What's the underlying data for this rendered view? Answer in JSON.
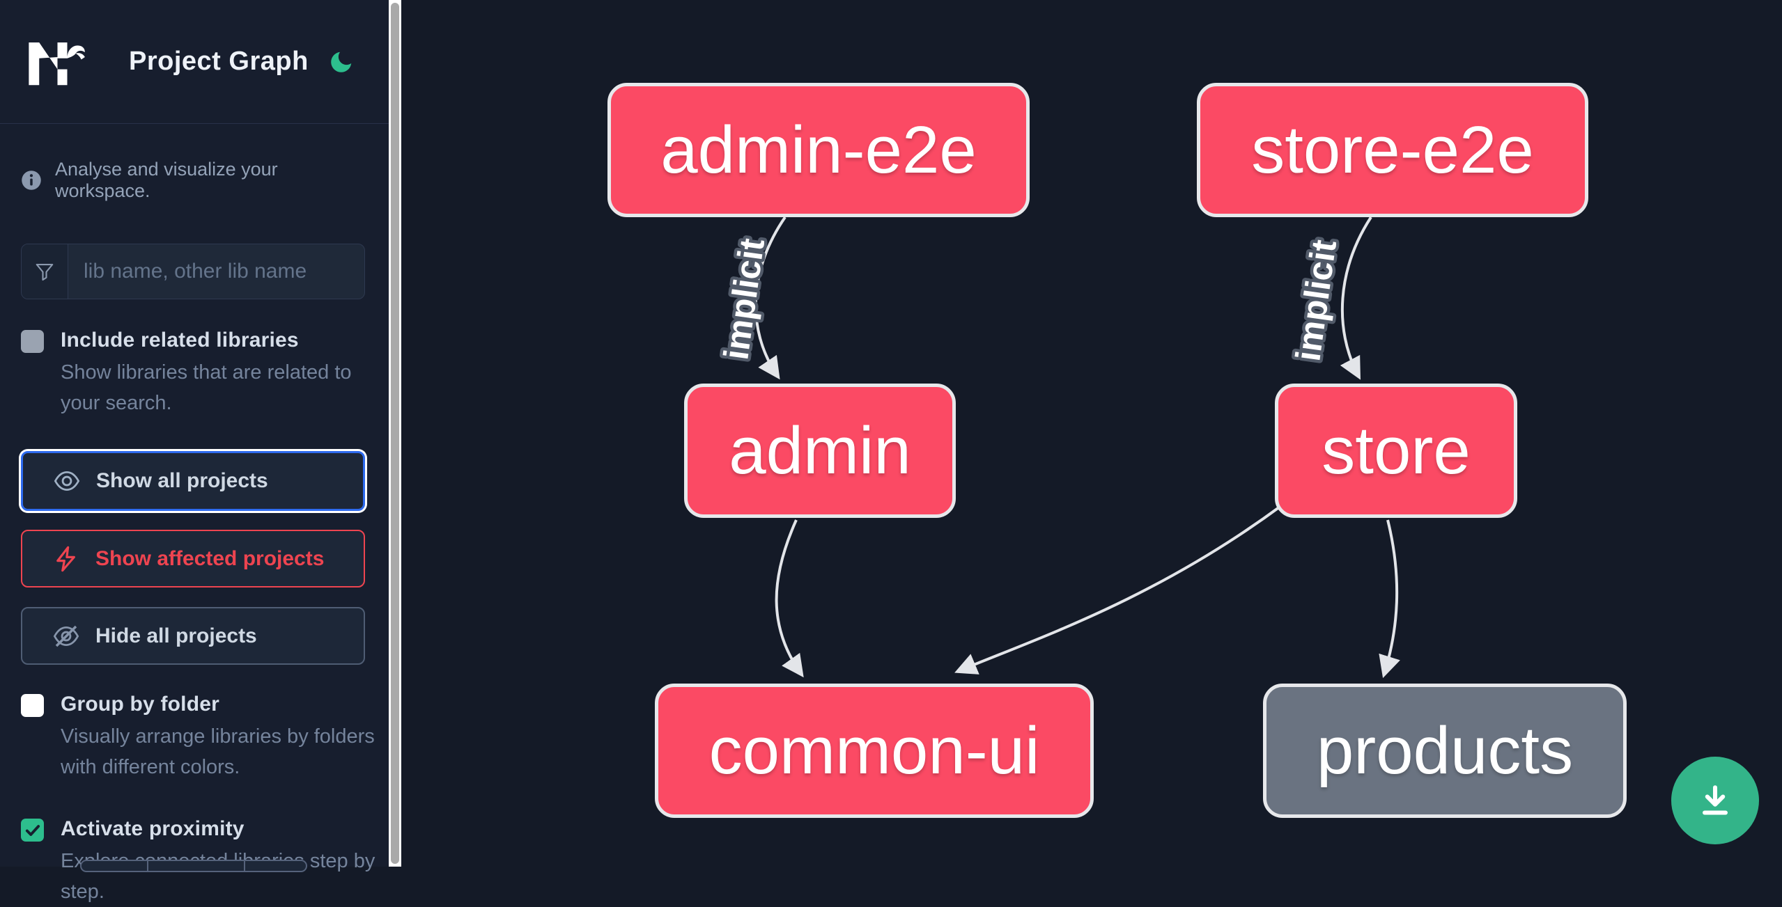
{
  "app": {
    "title": "Project Graph"
  },
  "intro": {
    "icon": "info-icon",
    "text": "Analyse and visualize your workspace."
  },
  "search": {
    "icon": "filter-icon",
    "placeholder": "lib name, other lib name",
    "value": ""
  },
  "toggles": {
    "include_related": {
      "label": "Include related libraries",
      "description": "Show libraries that are related to your search.",
      "checked": false
    },
    "group_by_folder": {
      "label": "Group by folder",
      "description": "Visually arrange libraries by folders with different colors.",
      "checked": false
    },
    "activate_proximity": {
      "label": "Activate proximity",
      "description": "Explore connected libraries step by step.",
      "checked": true
    }
  },
  "actions": {
    "show_all": {
      "label": "Show all projects",
      "icon": "eye-icon",
      "selected": true
    },
    "show_affected": {
      "label": "Show affected projects",
      "icon": "bolt-icon",
      "selected": false
    },
    "hide_all": {
      "label": "Hide all projects",
      "icon": "eye-off-icon",
      "selected": false
    }
  },
  "graph": {
    "nodes": [
      {
        "id": "admin-e2e",
        "label": "admin-e2e",
        "status": "affected"
      },
      {
        "id": "store-e2e",
        "label": "store-e2e",
        "status": "affected"
      },
      {
        "id": "admin",
        "label": "admin",
        "status": "affected"
      },
      {
        "id": "store",
        "label": "store",
        "status": "affected"
      },
      {
        "id": "common-ui",
        "label": "common-ui",
        "status": "affected"
      },
      {
        "id": "products",
        "label": "products",
        "status": "unaffected"
      }
    ],
    "edges": [
      {
        "source": "admin-e2e",
        "target": "admin",
        "label": "implicit"
      },
      {
        "source": "store-e2e",
        "target": "store",
        "label": "implicit"
      },
      {
        "source": "admin",
        "target": "common-ui",
        "label": ""
      },
      {
        "source": "store",
        "target": "common-ui",
        "label": ""
      },
      {
        "source": "store",
        "target": "products",
        "label": ""
      }
    ]
  },
  "fab": {
    "icon": "download-icon"
  },
  "colors": {
    "affected_node": "#fb4a64",
    "unaffected_node": "#6a7381",
    "node_border": "#e7e8eb",
    "edge": "#e3e5e9",
    "accent_blue": "#2e6bef",
    "affected_red": "#ee4450",
    "brand_green": "#2dbe8d",
    "fab_green": "#33b489",
    "sidebar_bg": "#171e2e",
    "canvas_bg": "#141a27"
  }
}
